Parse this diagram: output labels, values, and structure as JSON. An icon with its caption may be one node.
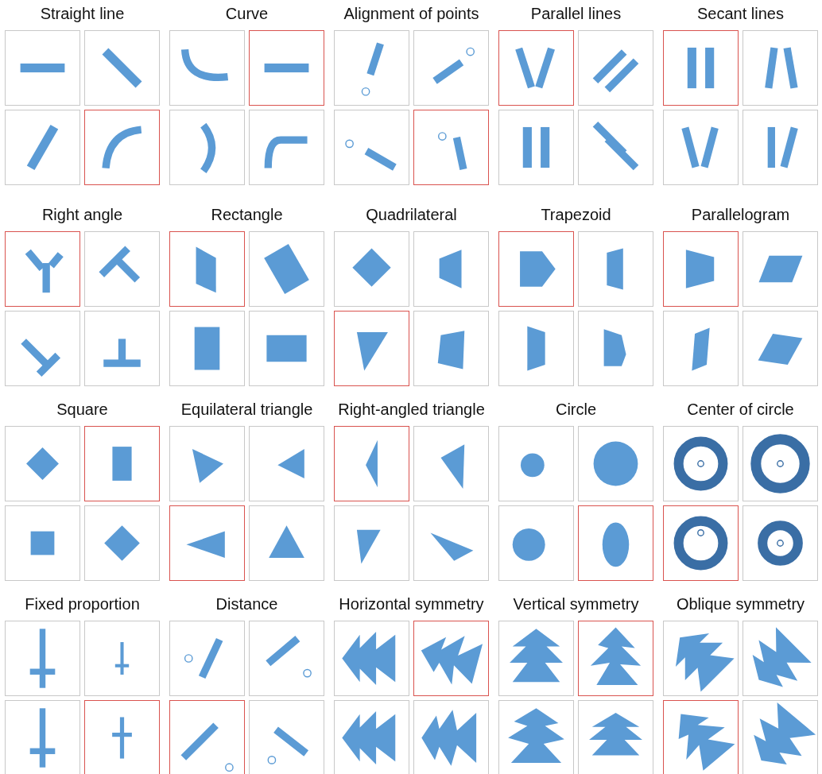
{
  "diagram": {
    "labels": [
      "Straight line",
      "Curve",
      "Alignment of points",
      "Parallel lines",
      "Secant lines",
      "Right angle",
      "Rectangle",
      "Quadrilateral",
      "Trapezoid",
      "Parallelogram",
      "Square",
      "Equilateral triangle",
      "Right-angled triangle",
      "Circle",
      "Center of circle",
      "Fixed proportion",
      "Distance",
      "Horizontal symmetry",
      "Vertical symmetry",
      "Oblique symmetry"
    ]
  }
}
